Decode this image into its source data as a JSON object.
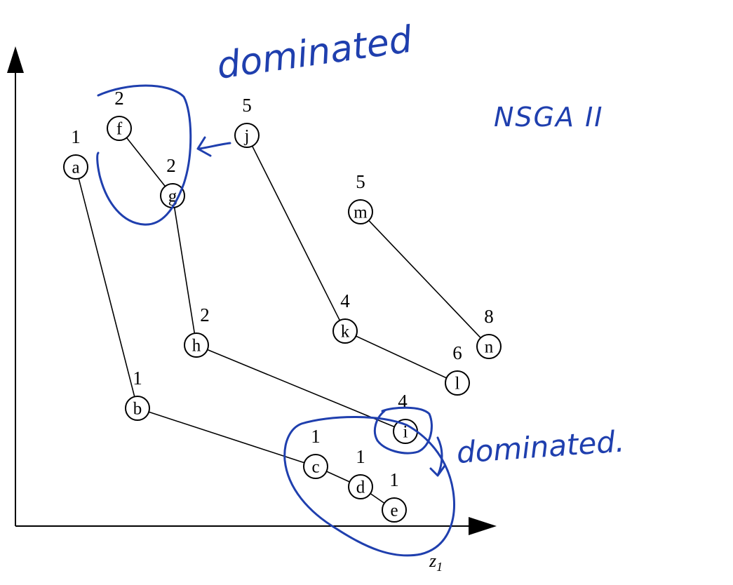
{
  "diagram": {
    "x_axis_label_main": "z",
    "x_axis_label_sub": "1",
    "ink_color": "#1f3fae",
    "annotations": {
      "top": "dominated",
      "right": "dominated.",
      "title": "NSGA II"
    },
    "nodes": [
      {
        "id": "a",
        "label": "a",
        "rank": "1"
      },
      {
        "id": "b",
        "label": "b",
        "rank": "1"
      },
      {
        "id": "c",
        "label": "c",
        "rank": "1"
      },
      {
        "id": "d",
        "label": "d",
        "rank": "1"
      },
      {
        "id": "e",
        "label": "e",
        "rank": "1"
      },
      {
        "id": "f",
        "label": "f",
        "rank": "2"
      },
      {
        "id": "g",
        "label": "g",
        "rank": "2"
      },
      {
        "id": "h",
        "label": "h",
        "rank": "2"
      },
      {
        "id": "i",
        "label": "i",
        "rank": "4"
      },
      {
        "id": "j",
        "label": "j",
        "rank": "5"
      },
      {
        "id": "k",
        "label": "k",
        "rank": "4"
      },
      {
        "id": "l",
        "label": "l",
        "rank": "6"
      },
      {
        "id": "m",
        "label": "m",
        "rank": "5"
      },
      {
        "id": "n",
        "label": "n",
        "rank": "8"
      }
    ],
    "edges": [
      [
        "a",
        "b"
      ],
      [
        "b",
        "c"
      ],
      [
        "c",
        "d"
      ],
      [
        "d",
        "e"
      ],
      [
        "f",
        "g"
      ],
      [
        "g",
        "h"
      ],
      [
        "h",
        "i"
      ],
      [
        "j",
        "k"
      ],
      [
        "k",
        "l"
      ],
      [
        "m",
        "n"
      ]
    ]
  }
}
